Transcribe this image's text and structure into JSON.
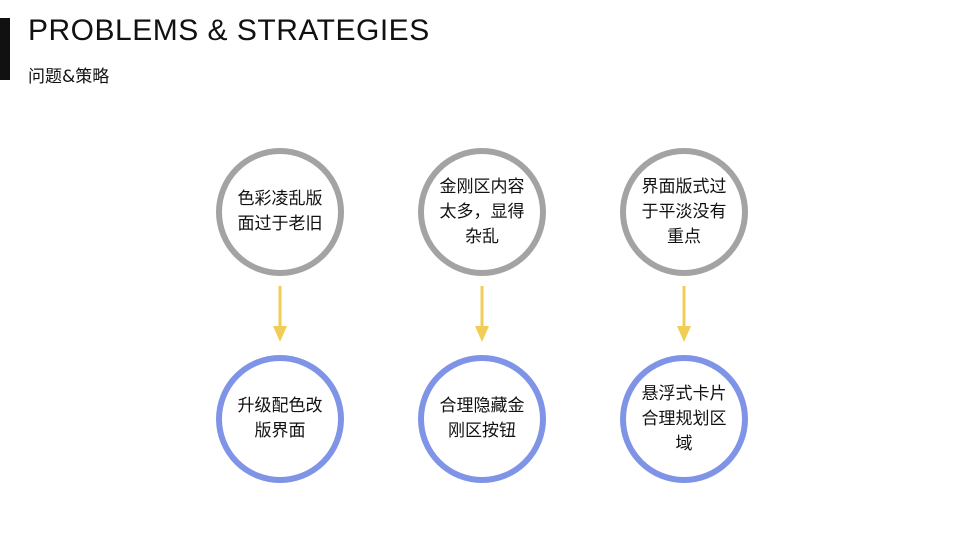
{
  "header": {
    "title": "PROBLEMS & STRATEGIES",
    "subtitle": "问题&策略"
  },
  "colors": {
    "problem_ring": "#a3a3a3",
    "strategy_ring": "#7f94e6",
    "arrow": "#f2cd55",
    "accent_bar": "#111111"
  },
  "columns": [
    {
      "problem": "色彩凌乱版面过于老旧",
      "strategy": "升级配色改版界面"
    },
    {
      "problem": "金刚区内容太多，显得杂乱",
      "strategy": "合理隐藏金刚区按钮"
    },
    {
      "problem": "界面版式过于平淡没有重点",
      "strategy": "悬浮式卡片合理规划区域"
    }
  ]
}
